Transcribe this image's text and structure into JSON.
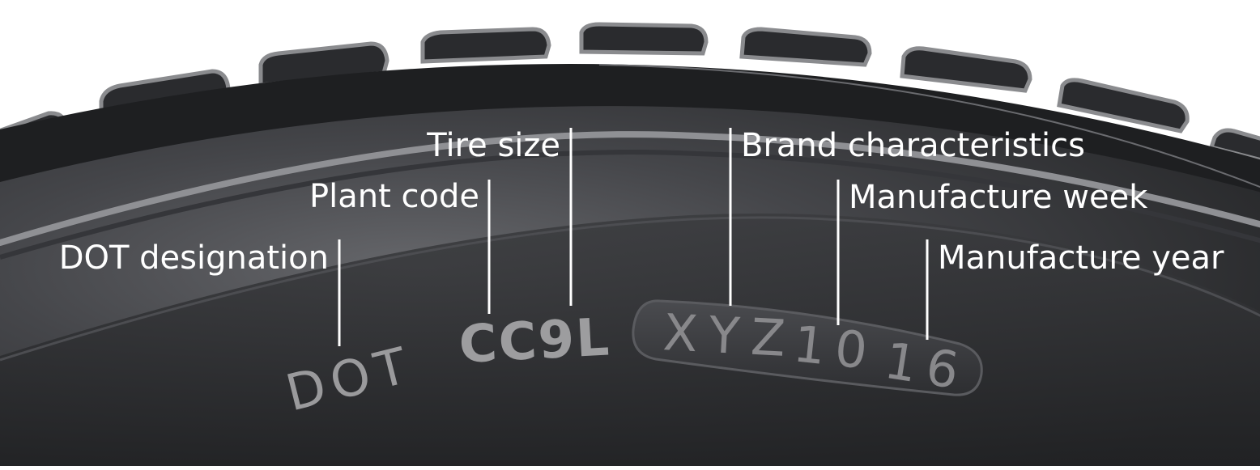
{
  "labels": {
    "dot_designation": "DOT designation",
    "plant_code": "Plant code",
    "tire_size": "Tire size",
    "brand_characteristics": "Brand characteristics",
    "manufacture_week": "Manufacture week",
    "manufacture_year": "Manufacture year"
  },
  "code": {
    "dot": "DOT",
    "plant": "CC9L",
    "brand": "XYZ",
    "week": "10",
    "year": "16"
  },
  "colors": {
    "tire_dark": "#1e1f21",
    "sidewall_light": "#5e5f63",
    "emboss_plate": "#3c3d40",
    "text_white": "#ffffff",
    "code_gray": "#9a9a9c"
  }
}
